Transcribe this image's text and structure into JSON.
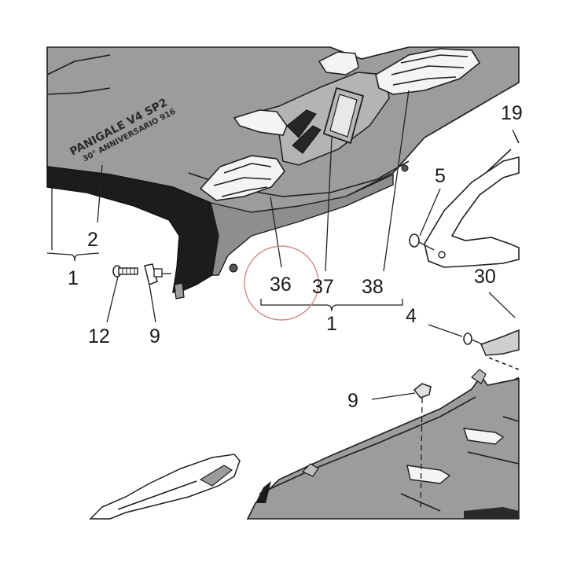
{
  "branding": {
    "model_text": "PANIGALE V4 SP2",
    "anniversary_text": "30° ANNIVERSARIO 916"
  },
  "callouts": {
    "c19": "19",
    "c5": "5",
    "c30": "30",
    "c4": "4",
    "c2": "2",
    "c1_left": "1",
    "c12": "12",
    "c9_left": "9",
    "c36": "36",
    "c37": "37",
    "c38": "38",
    "c1_center": "1",
    "c9_lower": "9"
  },
  "colors": {
    "fairing_gray": "#9a9a9a",
    "black_panel": "#1c1c1c",
    "highlight_circle": "#d08a8a"
  }
}
